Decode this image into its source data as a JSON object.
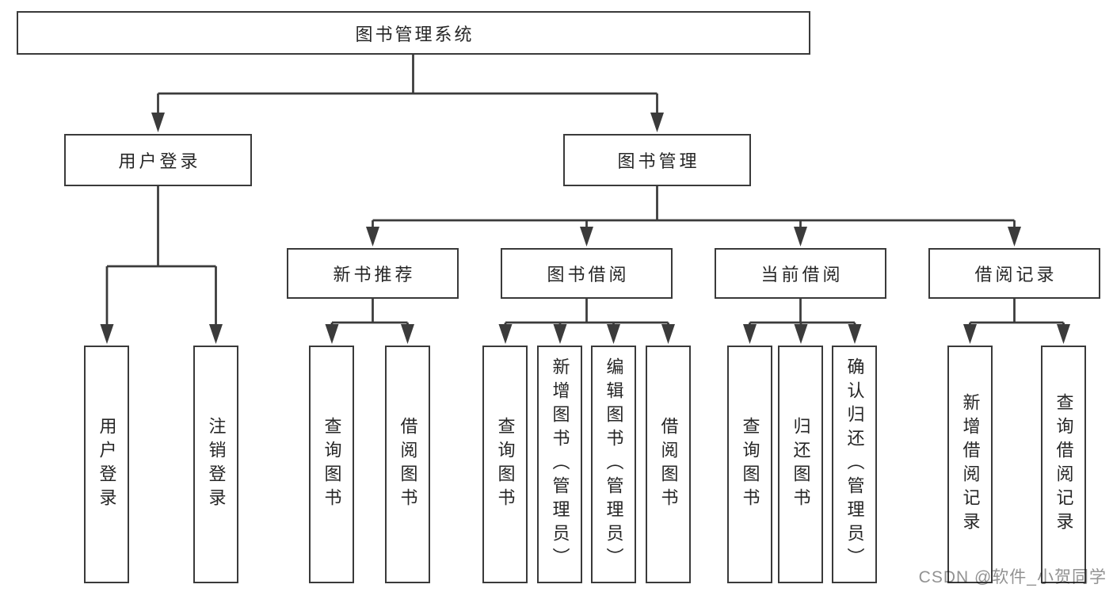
{
  "colors": {
    "line": "#3b3b3b",
    "border": "#3a3a3a",
    "text": "#262626",
    "watermark": "#929292",
    "background": "#ffffff"
  },
  "tree": {
    "label": "图书管理系统",
    "children": [
      {
        "label": "用户登录",
        "children": [
          {
            "label": "用户登录"
          },
          {
            "label": "注销登录"
          }
        ]
      },
      {
        "label": "图书管理",
        "children": [
          {
            "label": "新书推荐",
            "children": [
              {
                "label": "查询图书"
              },
              {
                "label": "借阅图书"
              }
            ]
          },
          {
            "label": "图书借阅",
            "children": [
              {
                "label": "查询图书"
              },
              {
                "label": "新增图书（管理员）"
              },
              {
                "label": "编辑图书（管理员）"
              },
              {
                "label": "借阅图书"
              }
            ]
          },
          {
            "label": "当前借阅",
            "children": [
              {
                "label": "查询图书"
              },
              {
                "label": "归还图书"
              },
              {
                "label": "确认归还（管理员）"
              }
            ]
          },
          {
            "label": "借阅记录",
            "children": [
              {
                "label": "新增借阅记录"
              },
              {
                "label": "查询借阅记录"
              }
            ]
          }
        ]
      }
    ]
  },
  "watermark": {
    "text": "CSDN @软件_小贺同学"
  }
}
